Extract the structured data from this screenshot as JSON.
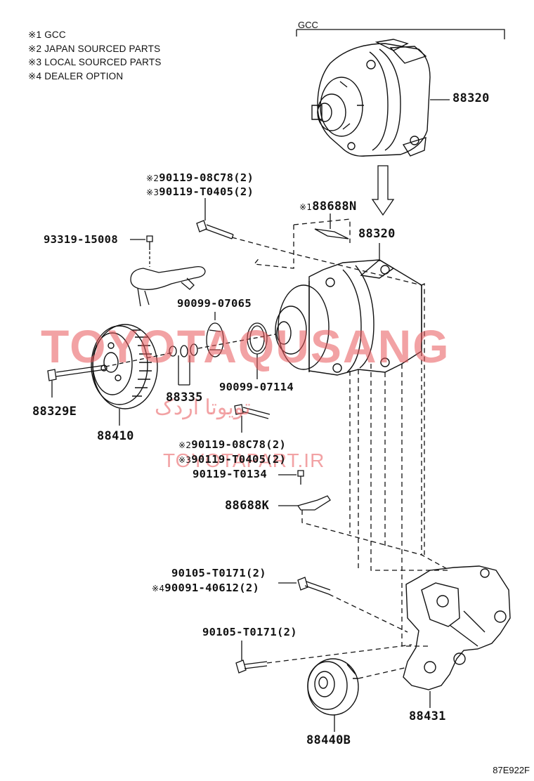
{
  "legend": [
    {
      "mark": "※1",
      "text": "GCC"
    },
    {
      "mark": "※2",
      "text": "JAPAN SOURCED PARTS"
    },
    {
      "mark": "※3",
      "text": "LOCAL SOURCED PARTS"
    },
    {
      "mark": "※4",
      "text": "DEALER OPTION"
    }
  ],
  "gcc_label": "GCC",
  "parts": {
    "compressor_gcc": "88320",
    "bolt_top_a_mark": "※2",
    "bolt_top_a": "90119-08C78(2)",
    "bolt_top_b_mark": "※3",
    "bolt_top_b": "90119-T0405(2)",
    "label_plate_mark": "※1",
    "label_plate": "88688N",
    "compressor": "88320",
    "screw": "93319-15008",
    "ring_a": "90099-07065",
    "shims": "88335",
    "snap_ring": "90099-07114",
    "bolt_clutch": "88329E",
    "clutch": "88410",
    "bolt_mid_a_mark": "※2",
    "bolt_mid_a": "90119-08C78(2)",
    "bolt_mid_b_mark": "※3",
    "bolt_mid_b": "90119-T0405(2)",
    "bolt_small": "90119-T0134",
    "plate_k": "88688K",
    "bolt_bracket_a": "90105-T0171(2)",
    "bolt_bracket_b_mark": "※4",
    "bolt_bracket_b": "90091-40612(2)",
    "bolt_bracket_c": "90105-T0171(2)",
    "bracket": "88431",
    "idler": "88440B"
  },
  "watermark": {
    "main": "TOYOTAQUSANG",
    "farsi": "تویوتا اردک",
    "url": "TOYOTAPART.IR"
  },
  "diagram_code": "87E922F"
}
